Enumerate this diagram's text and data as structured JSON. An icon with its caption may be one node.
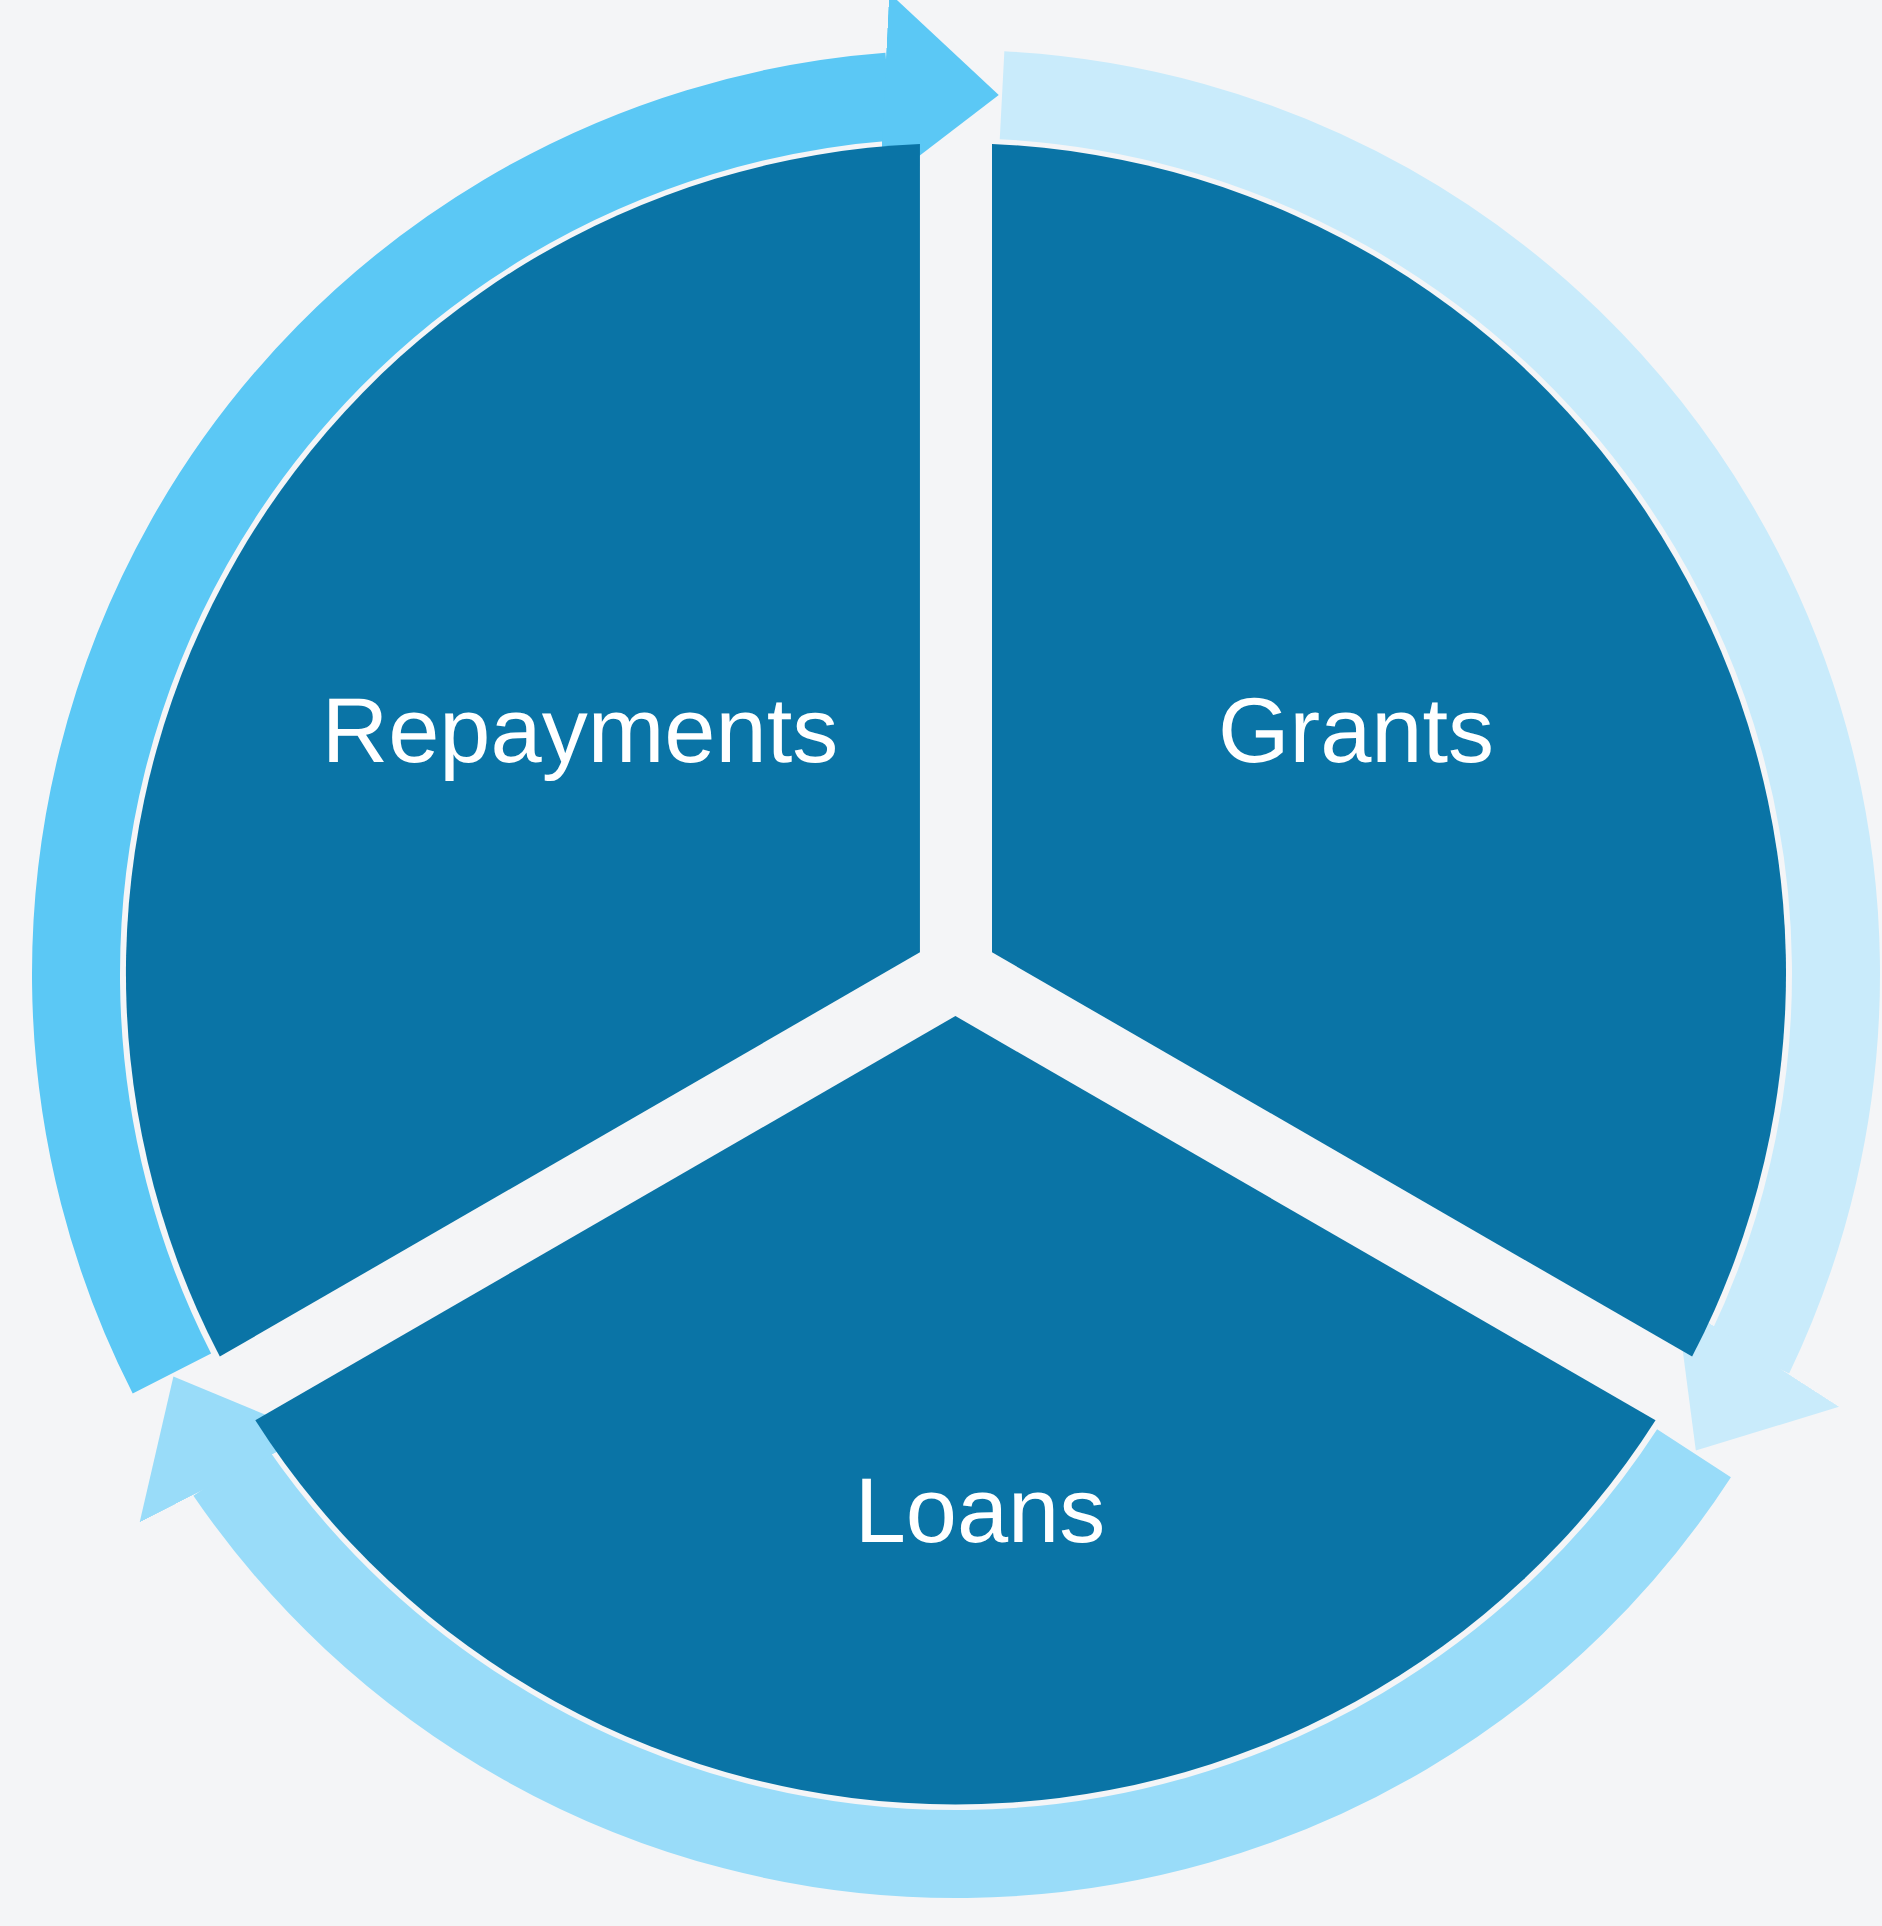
{
  "diagram": {
    "nodes": [
      {
        "text": [
          "Repayments"
        ]
      },
      {
        "text": [
          "Grants"
        ]
      },
      {
        "text": [
          "Loans"
        ]
      }
    ],
    "edges": [
      {
        "from": 0,
        "to": 1,
        "arrow": "to",
        "color": "#5bc8f5"
      },
      {
        "from": 1,
        "to": 2,
        "arrow": "to",
        "color": "#c9ebfb"
      },
      {
        "from": 2,
        "to": 0,
        "arrow": "to",
        "color": "#99dcf9"
      }
    ]
  }
}
